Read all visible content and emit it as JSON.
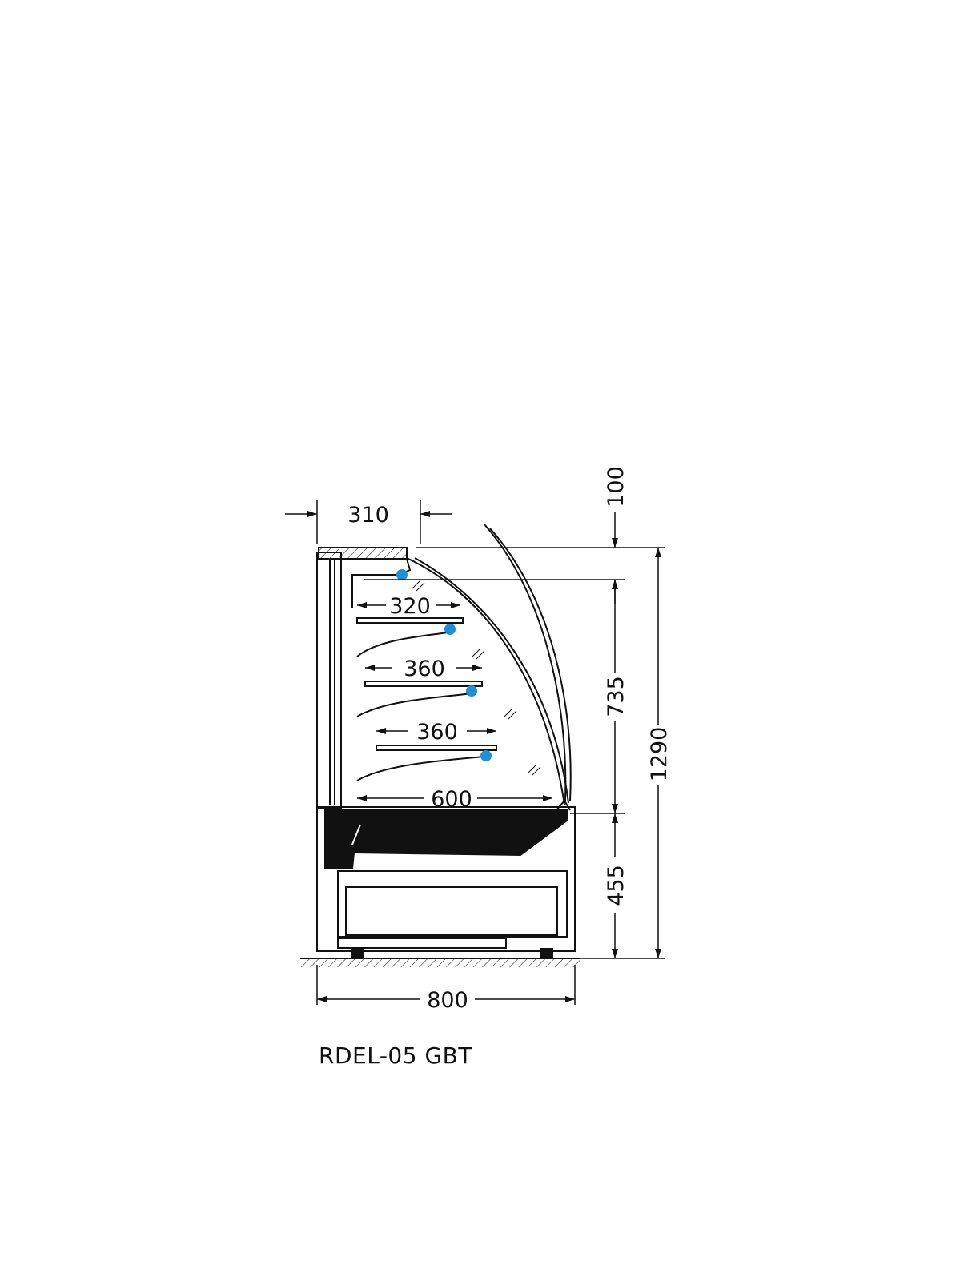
{
  "model": "RDEL-05 GBT",
  "dimensions": {
    "top_depth": "310",
    "top_height": "100",
    "shelf_top": "320",
    "shelf_mid": "360",
    "shelf_low": "360",
    "base_depth": "600",
    "display_height": "735",
    "base_height": "455",
    "total_height": "1290",
    "total_width": "800"
  },
  "colors": {
    "line": "#111111",
    "fan": "#1e90d8"
  },
  "icons": [
    "fan-icon"
  ]
}
